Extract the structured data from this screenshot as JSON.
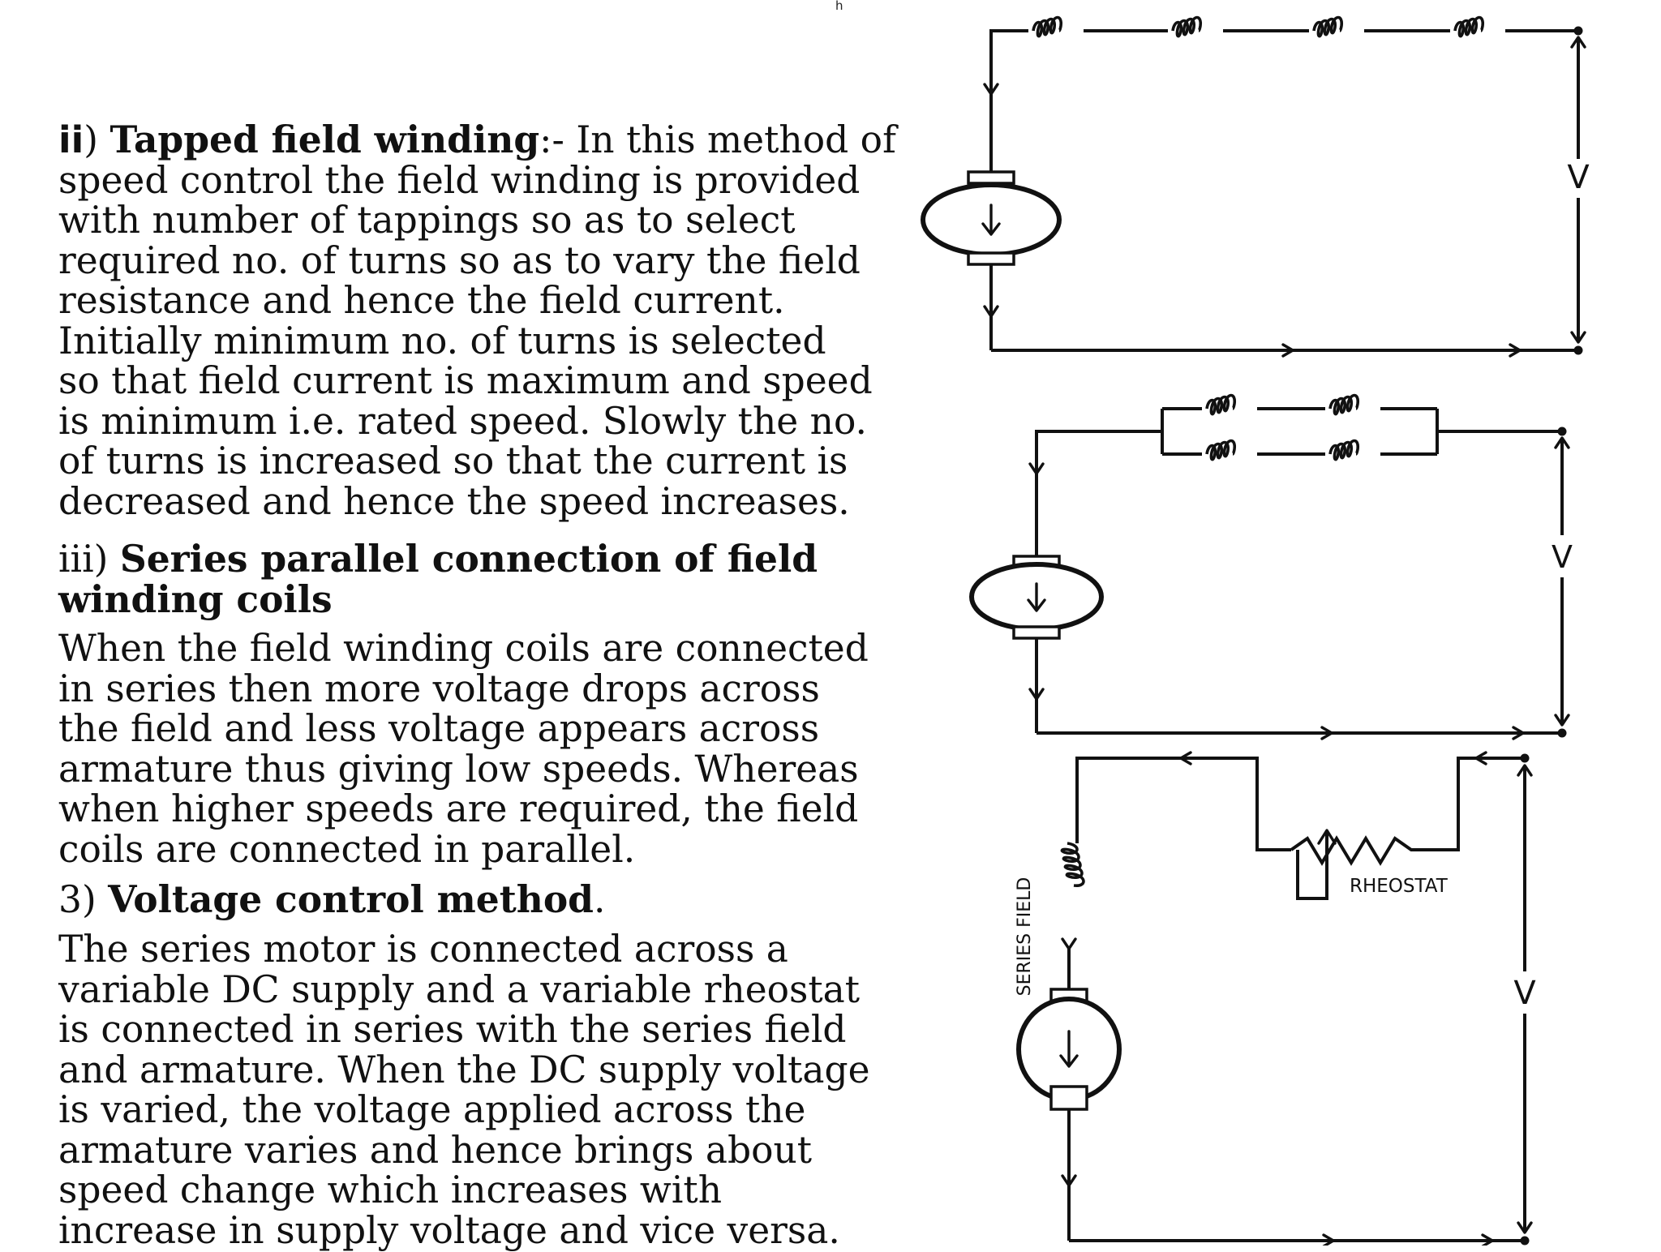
{
  "header_mark": "h",
  "sections": {
    "tapped": {
      "label_num": "ii",
      "label_paren": ")",
      "title": "Tapped field winding",
      "title_sep": ":-",
      "lines": [
        " In this method of",
        "speed control the field winding is provided",
        "with number of tappings so as to select",
        "required no. of turns so as to vary the field",
        "resistance and hence the field current.",
        "Initially minimum no. of turns is selected",
        "so that field current is maximum and speed",
        "is minimum i.e. rated speed. Slowly the no.",
        "of turns is increased so that the current is",
        "decreased and hence the speed increases."
      ]
    },
    "series_parallel": {
      "label": "iii) ",
      "title_line1": "Series parallel connection of field",
      "title_line2": "winding coils",
      "lines": [
        "When the field winding coils are connected",
        "in series then more voltage drops across",
        "the field and less voltage appears across",
        "armature thus giving low speeds. Whereas",
        "when higher speeds are required, the field",
        "coils are connected in parallel."
      ]
    },
    "voltage": {
      "label": "3) ",
      "title": "Voltage control method",
      "title_end": ".",
      "lines": [
        "The series motor is connected across a",
        "variable DC supply and a variable rheostat",
        "is connected in series with the series field",
        "and armature. When the DC supply voltage",
        "is varied, the voltage applied across the",
        "armature varies and hence brings about",
        "speed change which increases with",
        "increase in supply voltage and vice versa."
      ]
    }
  },
  "diagram": {
    "voltage_label_1": "V",
    "voltage_label_2": "V",
    "voltage_label_3": "V",
    "series_field_label": "SERIES FIELD",
    "rheostat_label": "RHEOSTAT",
    "armature_arrow": "↓"
  }
}
